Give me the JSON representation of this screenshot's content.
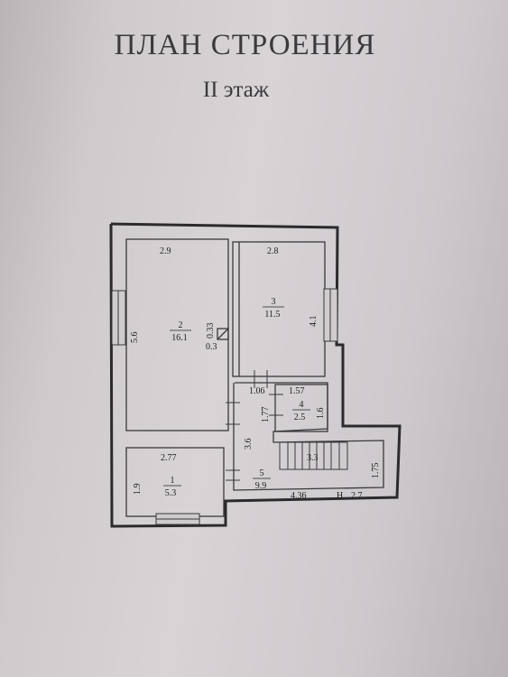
{
  "header": {
    "title": "ПЛАН СТРОЕНИЯ",
    "subtitle": "II этаж"
  },
  "colors": {
    "wall": "#2c2a2d",
    "paper": "#d6d2d5"
  },
  "rooms": [
    {
      "number": "1",
      "area": "5.3"
    },
    {
      "number": "2",
      "area": "16.1"
    },
    {
      "number": "3",
      "area": "11.5"
    },
    {
      "number": "4",
      "area": "2.5"
    },
    {
      "number": "5",
      "area": "9.9"
    }
  ],
  "dimensions": {
    "room2_top": "2.9",
    "room2_side": "5.6",
    "room3_top": "2.8",
    "room3_side": "4.1",
    "chimney_h": "0.33",
    "chimney_w": "0.3",
    "hall_top": "1.06",
    "room4_top": "1.57",
    "room4_side": "1.6",
    "corridor_side": "1.77",
    "hall_side": "3.6",
    "stairs_width": "3.3",
    "room1_top": "2.77",
    "room1_side": "1.9",
    "right_side": "1.75",
    "bottom_width": "4.36",
    "bottom_h_label": "Н",
    "bottom_right": "2.7"
  }
}
